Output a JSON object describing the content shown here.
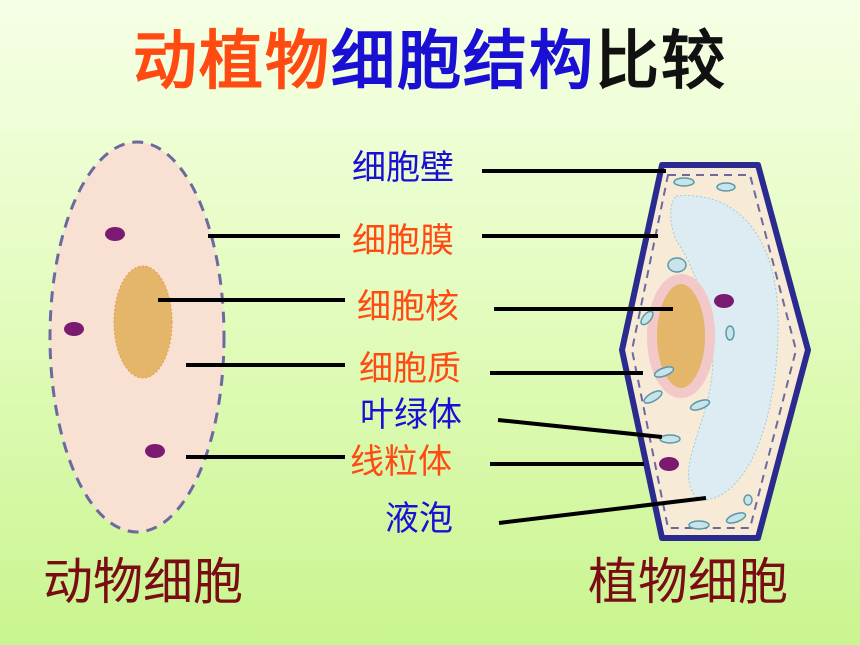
{
  "title": {
    "part1": "动植物",
    "part2": "细胞结构",
    "part3": "比较",
    "colors": {
      "part1": "#ff4a12",
      "part2": "#1a10d4",
      "part3": "#111111"
    }
  },
  "labels": [
    {
      "text": "细胞壁",
      "color": "#1a10d4"
    },
    {
      "text": "细胞膜",
      "color": "#ff4a12"
    },
    {
      "text": "细胞核",
      "color": "#ff4a12"
    },
    {
      "text": "细胞质",
      "color": "#ff4a12"
    },
    {
      "text": "叶绿体",
      "color": "#1a10d4"
    },
    {
      "text": "线粒体",
      "color": "#ff4a12"
    },
    {
      "text": "液泡",
      "color": "#1a10d4"
    }
  ],
  "captions": {
    "animal": "动物细胞",
    "plant": "植物细胞",
    "color": "#7a0c14"
  },
  "colors": {
    "cell_membrane_dash": "#6a6a9e",
    "cytoplasm": "#f8e0d2",
    "nucleus": "#e4b66a",
    "mitochondria": "#7a1a70",
    "plant_wall": "#2b2a8f",
    "plant_cytoplasm": "#f7ead6",
    "vacuole": "#dcecf2",
    "chloroplast": "#c8e4ea"
  }
}
